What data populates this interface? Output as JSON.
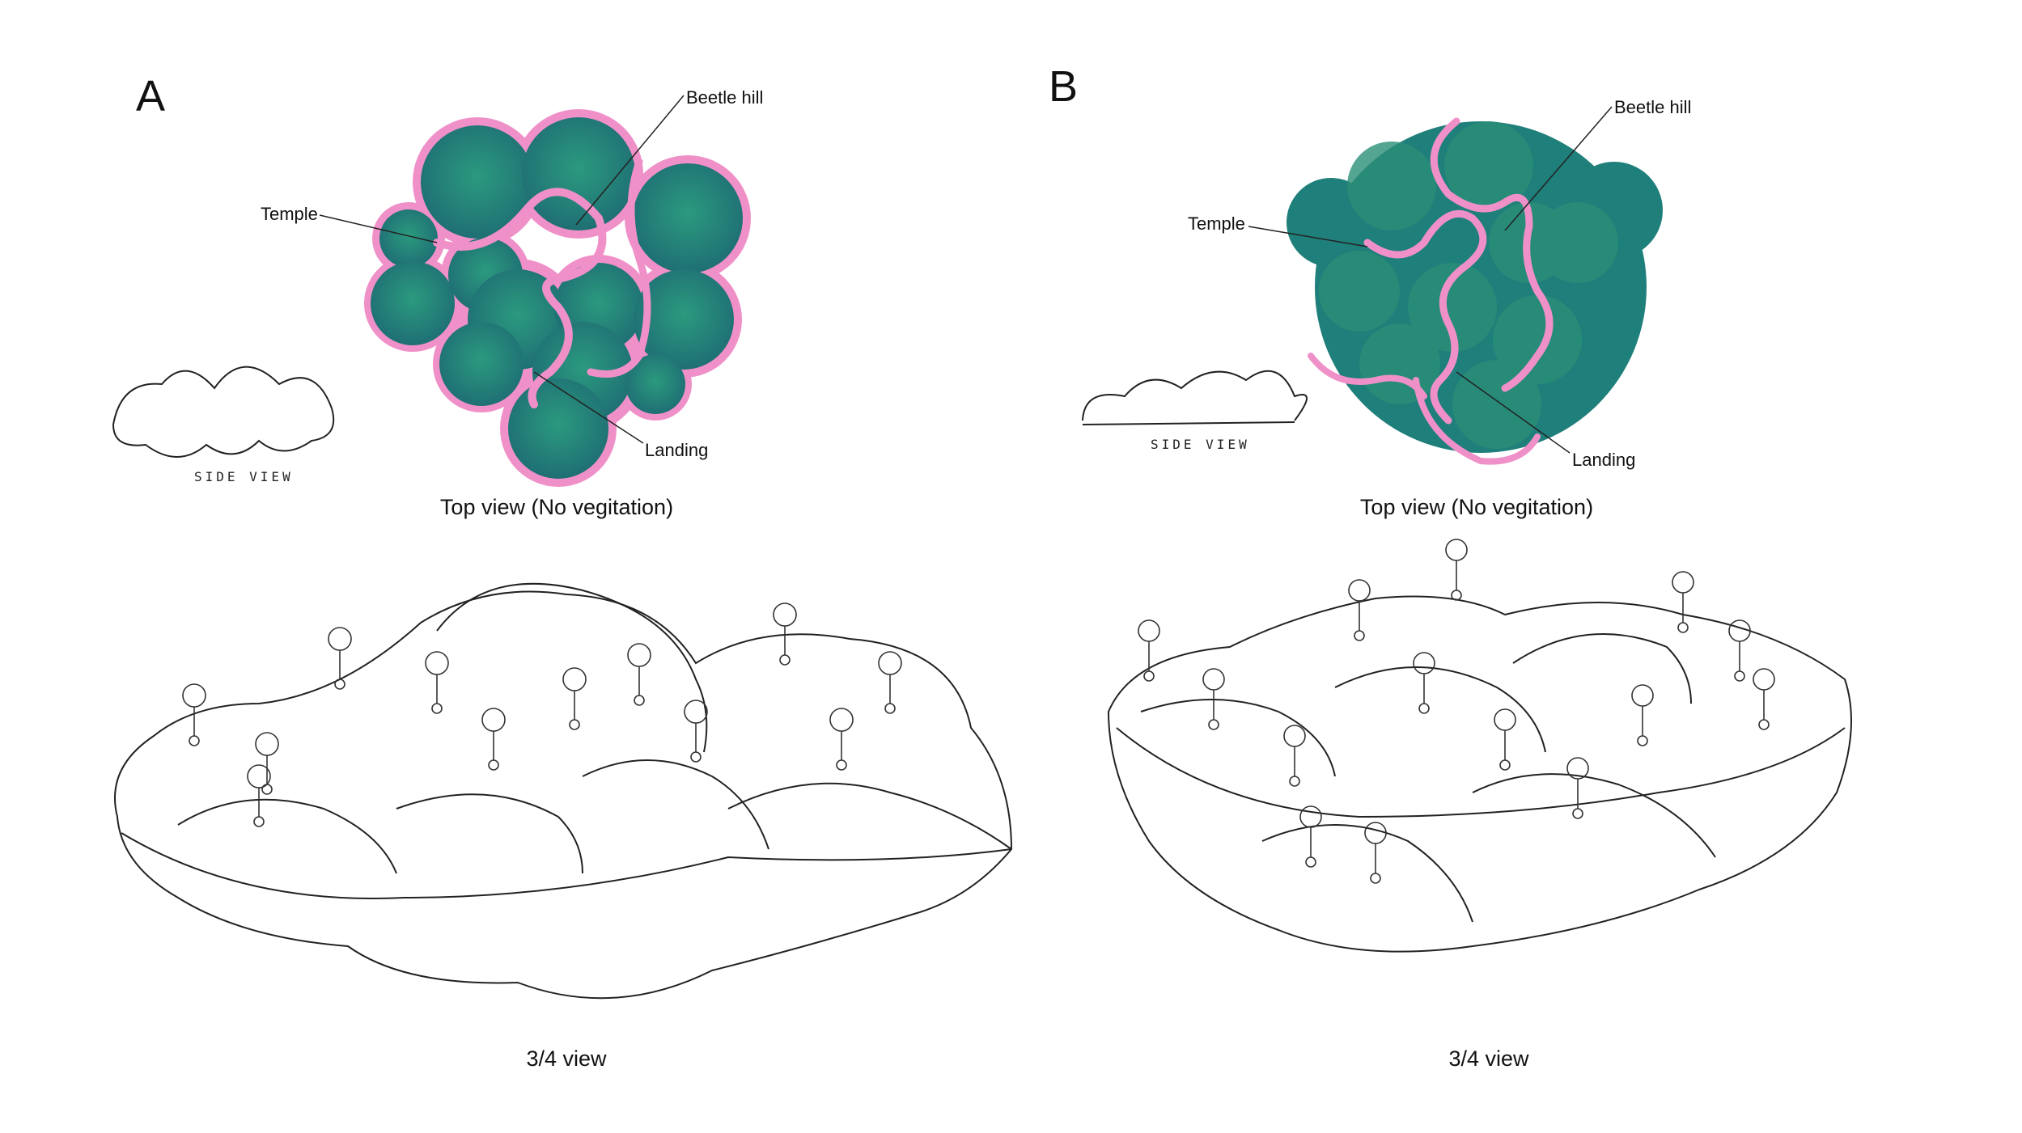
{
  "panels": [
    {
      "letter": "A",
      "labels": {
        "temple": "Temple",
        "beetle_hill": "Beetle hill",
        "landing": "Landing"
      },
      "side_view_label": "SIDE VIEW",
      "top_caption": "Top view (No vegitation)",
      "bottom_caption": "3/4 view"
    },
    {
      "letter": "B",
      "labels": {
        "temple": "Temple",
        "beetle_hill": "Beetle hill",
        "landing": "Landing"
      },
      "side_view_label": "SIDE VIEW",
      "top_caption": "Top view (No vegitation)",
      "bottom_caption": "3/4 view"
    }
  ],
  "colors": {
    "mound_fill": "#2a8a78",
    "path_pink": "#f090c8",
    "line": "#222222"
  }
}
